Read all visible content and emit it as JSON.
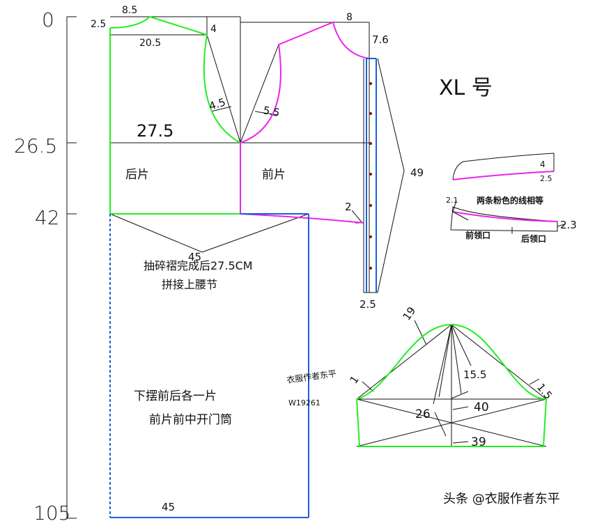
{
  "ruler": {
    "t0": "0",
    "t1": "26.5",
    "t2": "42",
    "t3": "105"
  },
  "dims": {
    "shoulder_drop": "2.5",
    "neck_width": "8.5",
    "shoulder_len": "20.5",
    "back_shoulder_v": "4",
    "front_neck": "8",
    "front_drop": "7.6",
    "back_armhole": "4.5",
    "front_armhole": "5.5",
    "bust_half": "27.5",
    "placket_len": "49",
    "waist_dart": "2",
    "placket_width": "2.5",
    "skirt_top": "45",
    "skirt_bottom": "45"
  },
  "labels": {
    "back_piece": "后片",
    "front_piece": "前片",
    "size": "XL 号",
    "gather_note_1": "抽碎褶完成后27.5CM",
    "gather_note_2": "拼接上腰节",
    "skirt_note_1": "下摆前后各一片",
    "skirt_note_2": "前片前中开门筒",
    "author": "衣服作者东平",
    "code": "W19261",
    "watermark": "头条 @衣服作者东平"
  },
  "collar": {
    "stand_height": "4",
    "stand_end": "2.5",
    "note": "两条粉色的线相等",
    "lift": "2.1",
    "end": "2.3",
    "front_neck": "前领口",
    "back_neck": "后领口"
  },
  "sleeve": {
    "cap_left": "19",
    "cap_height": "15.5",
    "left_ease": "1",
    "right_ease": "1.5",
    "cap_width": "40",
    "length": "26",
    "cuff_width": "39"
  }
}
